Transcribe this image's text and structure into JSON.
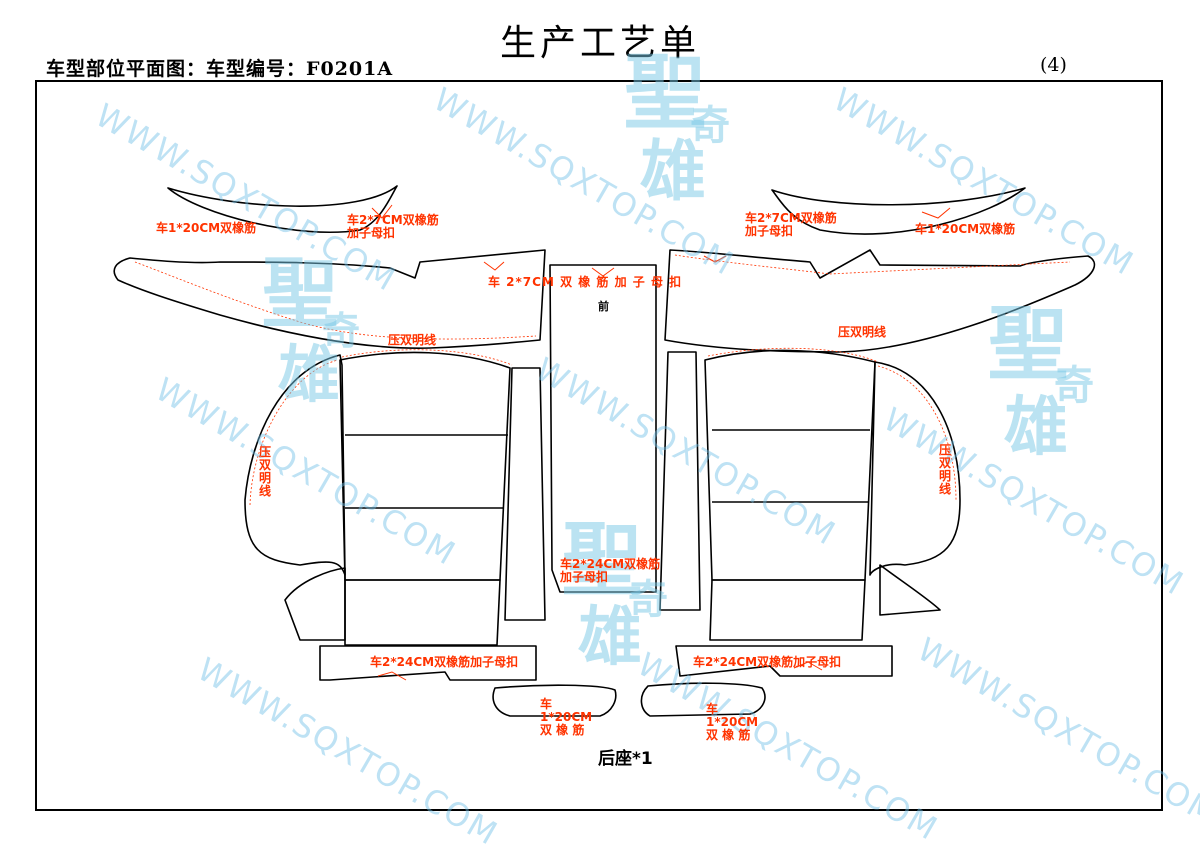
{
  "header": {
    "title": "生产工艺单",
    "subtitle": "车型部位平面图：车型编号：F0201A",
    "page_no": "(4)"
  },
  "labels": {
    "left_band_a": "车1*20CM双橡筋",
    "left_band_b": "车2*7CM双橡筋",
    "left_band_b2": "加子母扣",
    "right_band_b": "车2*7CM双橡筋",
    "right_band_b2": "加子母扣",
    "right_band_a": "车1*20CM双橡筋",
    "center_top": "车 2*7CM 双 橡 筋 加 子 母 扣",
    "front": "前",
    "left_topstitch": "压双明线",
    "right_topstitch": "压双明线",
    "left_side_topstitch": "压双明线",
    "right_side_topstitch": "压双明线",
    "center_mid": "车2*24CM双橡筋",
    "center_mid2": "加子母扣",
    "left_bottom": "车2*24CM双橡筋加子母扣",
    "right_bottom": "车2*24CM双橡筋加子母扣",
    "left_small": "车 1*20CM 双 橡 筋",
    "right_small": "车 1*20CM 双 橡 筋",
    "rear_seat": "后座*1"
  },
  "watermark": {
    "url": "WWW.SQXTOP.COM",
    "logo_1": "聖",
    "logo_2": "奇",
    "logo_3": "雄"
  },
  "colors": {
    "outline": "#000000",
    "annotation": "#ff3300",
    "watermark": "#8ccbe6"
  }
}
